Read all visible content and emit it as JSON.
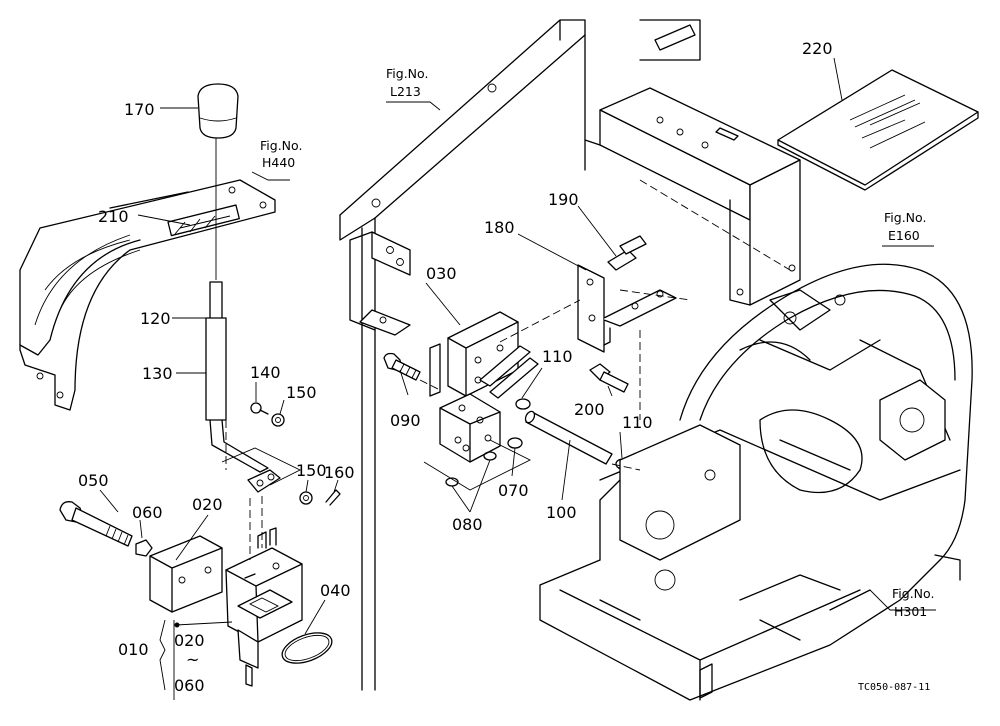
{
  "parts": {
    "p170": "170",
    "p210": "210",
    "p120": "120",
    "p130": "130",
    "p140": "140",
    "p150a": "150",
    "p150b": "150",
    "p160": "160",
    "p050": "050",
    "p060": "060",
    "p020": "020",
    "p010": "010",
    "p020b": "020",
    "p_tilde": "~",
    "p060b": "060",
    "p040": "040",
    "p030": "030",
    "p090": "090",
    "p080": "080",
    "p070": "070",
    "p100": "100",
    "p110a": "110",
    "p110b": "110",
    "p180": "180",
    "p190": "190",
    "p200": "200",
    "p220": "220"
  },
  "figure_refs": {
    "h440_top": "Fig.No.",
    "h440_bottom": "H440",
    "l213_top": "Fig.No.",
    "l213_bottom": "L213",
    "e160_top": "Fig.No.",
    "e160_bottom": "E160",
    "h301_top": "Fig.No.",
    "h301_bottom": "H301"
  },
  "drawing_code": "TC050-087-11"
}
